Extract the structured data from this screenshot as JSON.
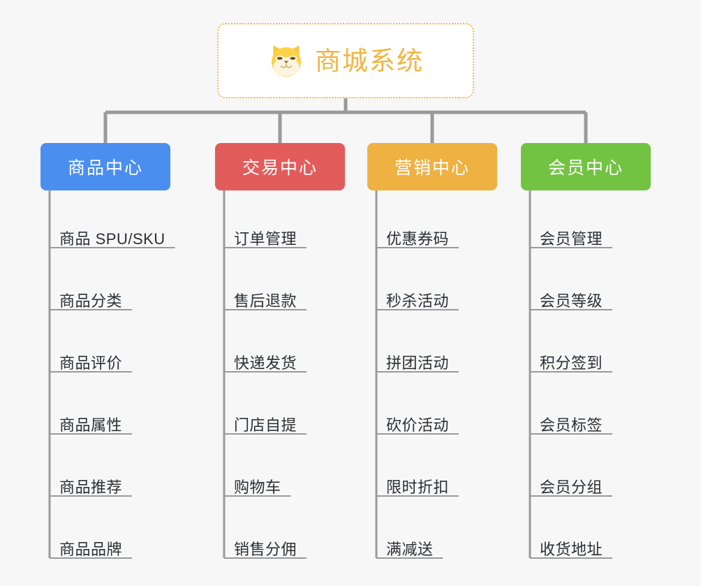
{
  "diagram": {
    "type": "org-chart",
    "background_color": "#f7f7f7",
    "connector_color": "#9a9a9a",
    "root": {
      "title": "商城系统",
      "icon": "shiba-dog-face-icon",
      "text_color": "#f2b542",
      "border_color": "#f0b64a",
      "background_color": "#ffffff"
    },
    "columns": [
      {
        "id": "product-center",
        "label": "商品中心",
        "color": "#4a8ef0",
        "items": [
          "商品 SPU/SKU",
          "商品分类",
          "商品评价",
          "商品属性",
          "商品推荐",
          "商品品牌"
        ]
      },
      {
        "id": "trade-center",
        "label": "交易中心",
        "color": "#e35c5c",
        "items": [
          "订单管理",
          "售后退款",
          "快递发货",
          "门店自提",
          "购物车",
          "销售分佣"
        ]
      },
      {
        "id": "marketing-center",
        "label": "营销中心",
        "color": "#eeb142",
        "items": [
          "优惠券码",
          "秒杀活动",
          "拼团活动",
          "砍价活动",
          "限时折扣",
          "满减送"
        ]
      },
      {
        "id": "member-center",
        "label": "会员中心",
        "color": "#72c342",
        "items": [
          "会员管理",
          "会员等级",
          "积分签到",
          "会员标签",
          "会员分组",
          "收货地址"
        ]
      }
    ]
  }
}
